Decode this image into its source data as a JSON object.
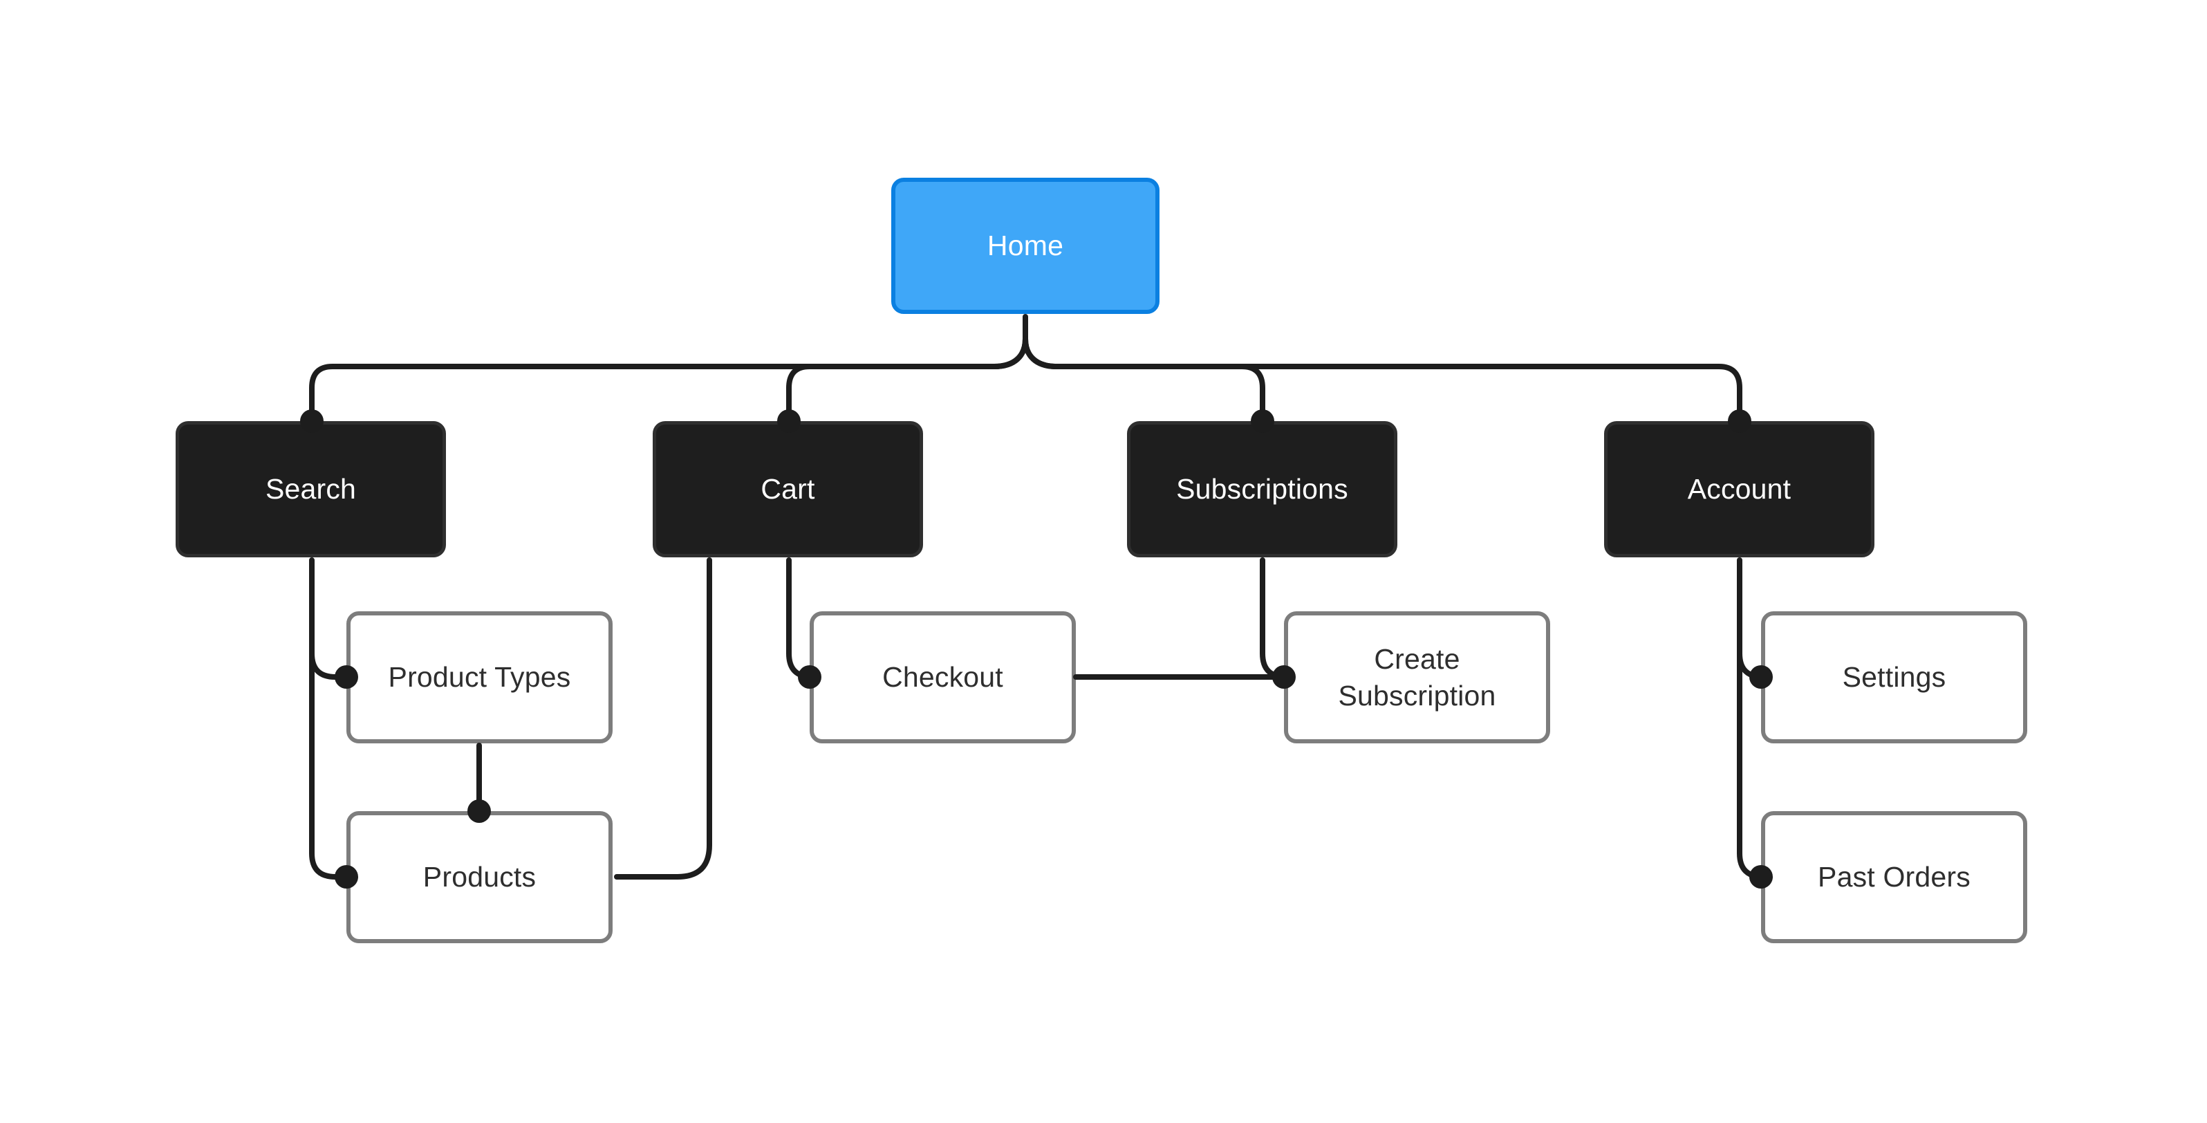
{
  "diagram": {
    "type": "sitemap-flowchart",
    "description": "E-commerce app sitemap with Home root, four top-level sections and six sub-pages"
  },
  "colors": {
    "canvas_bg": "#ffffff",
    "root_fill": "#3fa7f8",
    "root_border": "#0b80e1",
    "root_text": "#ffffff",
    "section_fill": "#1e1e1e",
    "section_border": "#2f2f2f",
    "section_text": "#ffffff",
    "leaf_fill": "#ffffff",
    "leaf_border": "#7d7d7d",
    "leaf_text": "#2e2e2e",
    "connector": "#1d1d1d"
  },
  "nodes": {
    "home": {
      "label": "Home",
      "kind": "root"
    },
    "search": {
      "label": "Search",
      "kind": "section"
    },
    "cart": {
      "label": "Cart",
      "kind": "section"
    },
    "subscriptions": {
      "label": "Subscriptions",
      "kind": "section"
    },
    "account": {
      "label": "Account",
      "kind": "section"
    },
    "product_types": {
      "label": "Product Types",
      "kind": "page"
    },
    "products": {
      "label": "Products",
      "kind": "page"
    },
    "checkout": {
      "label": "Checkout",
      "kind": "page"
    },
    "create_subscription": {
      "label": "Create Subscription",
      "kind": "page"
    },
    "settings": {
      "label": "Settings",
      "kind": "page"
    },
    "past_orders": {
      "label": "Past Orders",
      "kind": "page"
    }
  },
  "edges": [
    {
      "from": "home",
      "to": "search"
    },
    {
      "from": "home",
      "to": "cart"
    },
    {
      "from": "home",
      "to": "subscriptions"
    },
    {
      "from": "home",
      "to": "account"
    },
    {
      "from": "search",
      "to": "product_types"
    },
    {
      "from": "search",
      "to": "products"
    },
    {
      "from": "product_types",
      "to": "products"
    },
    {
      "from": "cart",
      "to": "products"
    },
    {
      "from": "cart",
      "to": "checkout"
    },
    {
      "from": "checkout",
      "to": "create_subscription"
    },
    {
      "from": "subscriptions",
      "to": "create_subscription"
    },
    {
      "from": "account",
      "to": "settings"
    },
    {
      "from": "account",
      "to": "past_orders"
    }
  ]
}
